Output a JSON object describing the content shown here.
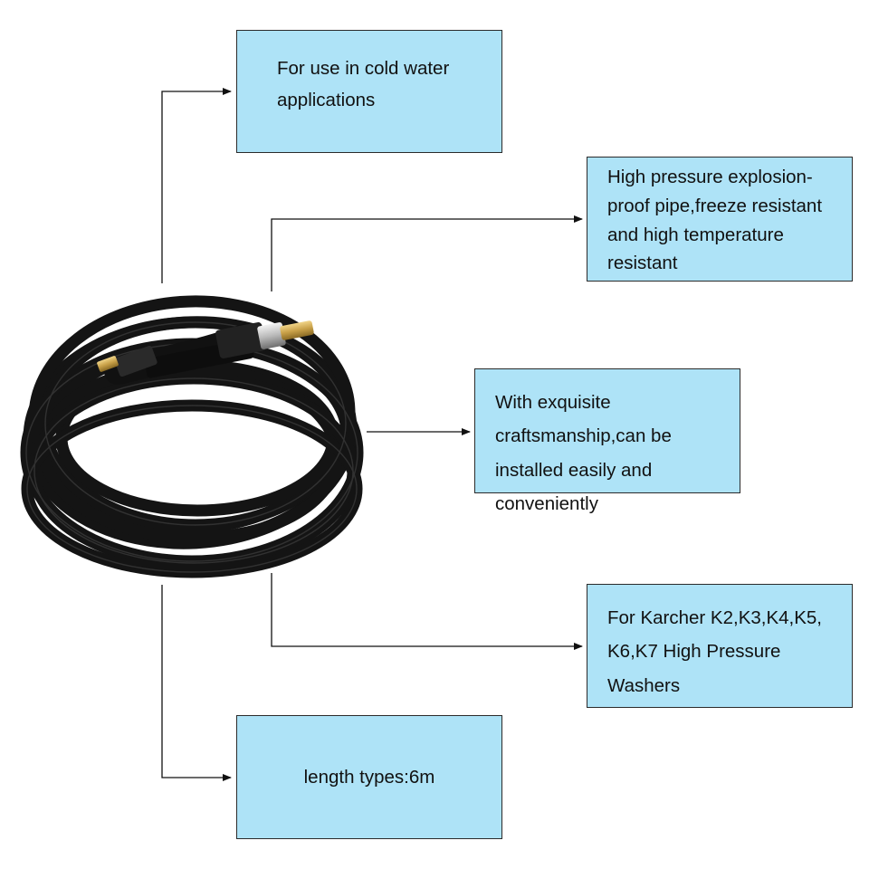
{
  "colors": {
    "box_fill": "#aee3f7",
    "box_border": "#2b2b2b",
    "connector": "#111111",
    "hose": "#1a1a1a",
    "brass_fitting": "#c8a048"
  },
  "product_image": {
    "icon": "coiled-black-hose-with-brass-connectors-icon"
  },
  "callouts": {
    "cold_water": "For use in cold water applications",
    "pressure": "High pressure explosion-proof pipe,freeze resistant and high temperature resistant",
    "craftsmanship": "With exquisite craftsmanship,can be installed easily and conveniently",
    "compatibility": "For Karcher K2,K3,K4,K5, K6,K7 High Pressure Washers",
    "length": "length types:6m"
  }
}
